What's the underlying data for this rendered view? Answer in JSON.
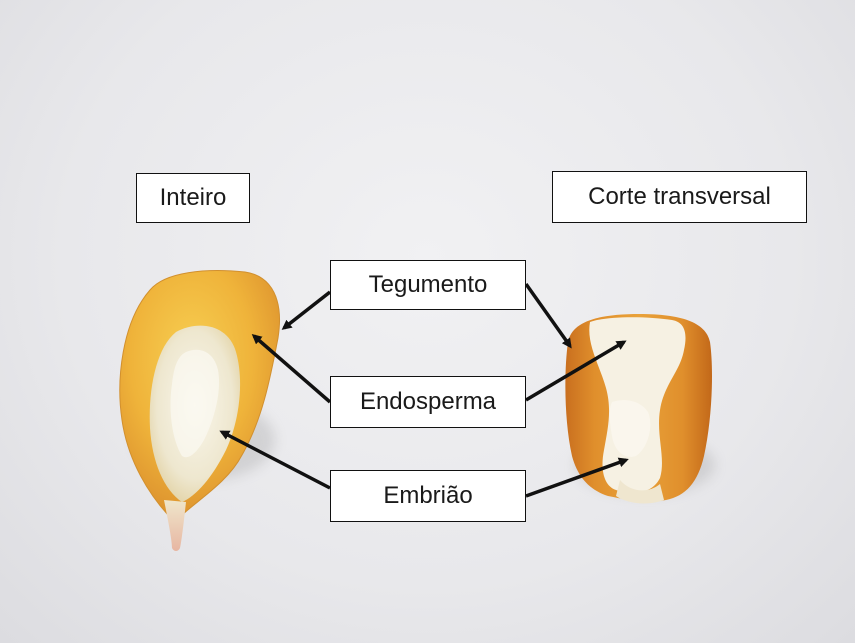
{
  "labels": {
    "whole": "Inteiro",
    "cross_section": "Corte transversal",
    "seed_coat": "Tegumento",
    "endosperm": "Endosperma",
    "embryo": "Embrião"
  },
  "colors": {
    "background": "#e9e9ec",
    "kernel_yellow": "#f0b83a",
    "kernel_orange": "#d9832a",
    "embryo_white": "#f4efe0",
    "arrow": "#111111"
  }
}
